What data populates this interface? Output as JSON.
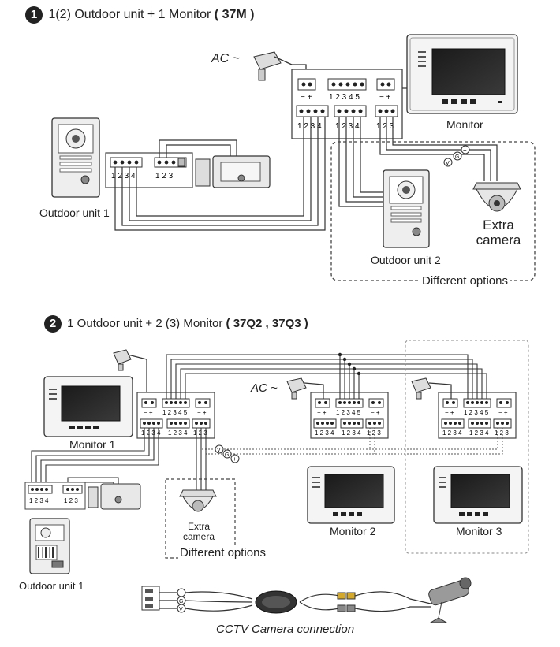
{
  "section1": {
    "badge": "1",
    "text": "1(2) Outdoor unit  + 1 Monitor",
    "model": "( 37M )"
  },
  "section2": {
    "badge": "2",
    "text": "1 Outdoor unit  + 2 (3) Monitor",
    "model": "( 37Q2 ,  37Q3 )"
  },
  "labels": {
    "ac_1": "AC ~",
    "ac_2": "AC ~",
    "monitor_1": "Monitor",
    "outdoor_unit_1_a": "Outdoor unit 1",
    "outdoor_unit_2": "Outdoor unit 2",
    "extra_camera_1_line1": "Extra",
    "extra_camera_1_line2": "camera",
    "different_options_1": "Different options",
    "monitor_s2_1": "Monitor 1",
    "monitor_s2_2": "Monitor 2",
    "monitor_s2_3": "Monitor 3",
    "extra_camera_2_line1": "Extra",
    "extra_camera_2_line2": "camera",
    "different_options_2": "Different options",
    "outdoor_unit_1_b": "Outdoor unit 1",
    "cctv": "CCTV Camera connection"
  },
  "terminals": {
    "pm": "− +",
    "t12345": "1 2 3 4 5",
    "t1234": "1 2 3 4",
    "t123": "1 2 3",
    "v": "V",
    "g": "G",
    "plus": "+"
  },
  "colors": {
    "line": "#333333",
    "box": "#555555",
    "screen": "#2a2a2a",
    "dash": "#444444"
  }
}
